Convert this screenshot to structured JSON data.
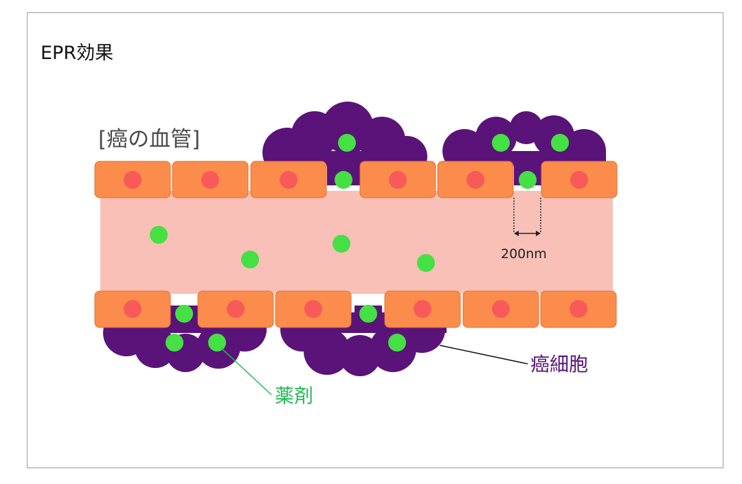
{
  "title": "EPR効果",
  "labels": {
    "vessel": "[癌の血管]",
    "cancer_cell": "癌細胞",
    "drug": "薬剤",
    "gap": "200nm"
  },
  "colors": {
    "background": "#ffffff",
    "frame_border": "#9a9a9a",
    "lumen": "#f8c0b6",
    "endothelial_cell": "#fb8c4b",
    "endothelial_border": "#e07030",
    "nucleus": "#f85a5a",
    "cancer_cell": "#5a1378",
    "drug": "#44e044",
    "drug_label": "#22bb55",
    "cancer_label": "#5a1378"
  }
}
